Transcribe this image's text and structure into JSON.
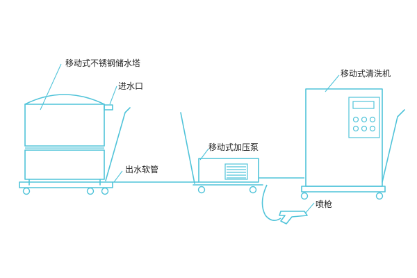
{
  "labels": {
    "water_tower": "移动式不锈钢储水塔",
    "water_inlet": "进水口",
    "outlet_hose": "出水软管",
    "pump": "移动式加压泵",
    "cleaner": "移动式清洗机",
    "spray_gun": "喷枪"
  },
  "colors": {
    "line": "#4fc3d9",
    "text": "#222222",
    "background": "#ffffff"
  }
}
